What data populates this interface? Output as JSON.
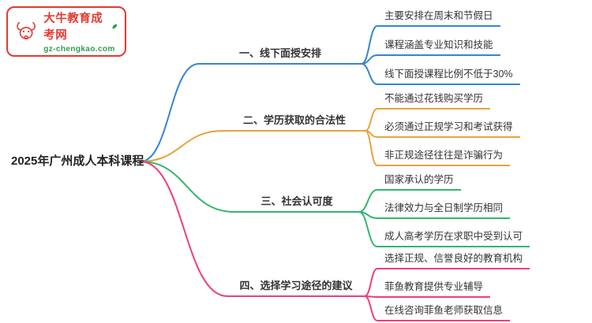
{
  "logo": {
    "title": "大牛教育成考网",
    "url": "gz-chengkao.com",
    "icon": "bull-icon",
    "badge_icon": "leaf-icon",
    "border_color": "#e23a30",
    "title_color": "#e23a30",
    "url_color": "#2e9e4f"
  },
  "root": {
    "label": "2025年广州成人本科课程"
  },
  "branches": [
    {
      "label": "一、线下面授安排",
      "color": "#3585d6",
      "children": [
        "主要安排在周末和节假日",
        "课程涵盖专业知识和技能",
        "线下面授课程比例不低于30%"
      ]
    },
    {
      "label": "二、学历获取的合法性",
      "color": "#e8a33d",
      "children": [
        "不能通过花钱购买学历",
        "必须通过正规学习和考试获得",
        "非正规途径往往是诈骗行为"
      ]
    },
    {
      "label": "三、社会认可度",
      "color": "#31b86e",
      "children": [
        "国家承认的学历",
        "法律效力与全日制学历相同",
        "成人高考学历在求职中受到认可"
      ]
    },
    {
      "label": "四、选择学习途径的建议",
      "color": "#ef3e7b",
      "children": [
        "选择正规、信誉良好的教育机构",
        "菲鱼教育提供专业辅导",
        "在线咨询菲鱼老师获取信息"
      ]
    }
  ]
}
